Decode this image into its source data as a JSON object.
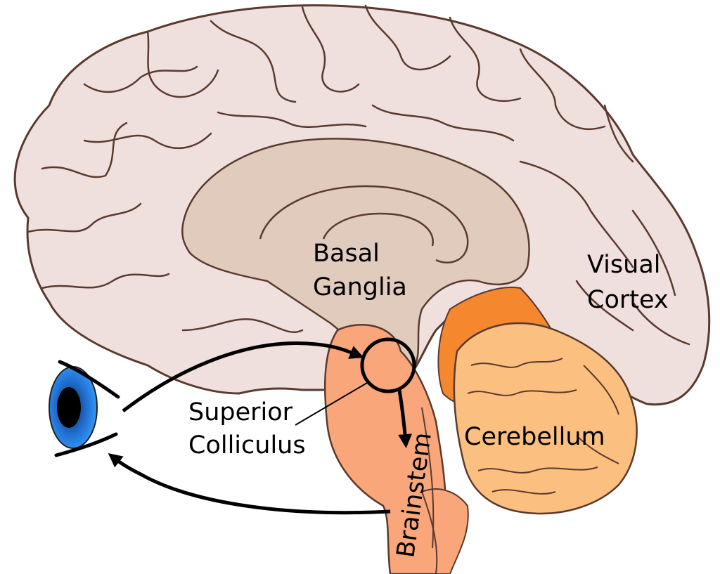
{
  "labels": {
    "basal_ganglia": [
      "Basal",
      "Ganglia"
    ],
    "visual_cortex": [
      "Visual",
      "Cortex"
    ],
    "superior_colliculus": [
      "Superior",
      "Colliculus"
    ],
    "cerebellum": "Cerebellum",
    "brainstem": "Brainstem"
  },
  "colors": {
    "cortex": "#f0e0dd",
    "inner": "#e0cbbd",
    "outline": "#5a3a2e",
    "brainstem": "#f9a77a",
    "cerebellum": "#fbbf7f",
    "visual_area": "#f5872f",
    "eye": "#1f6fd1",
    "arrow": "#000000"
  }
}
